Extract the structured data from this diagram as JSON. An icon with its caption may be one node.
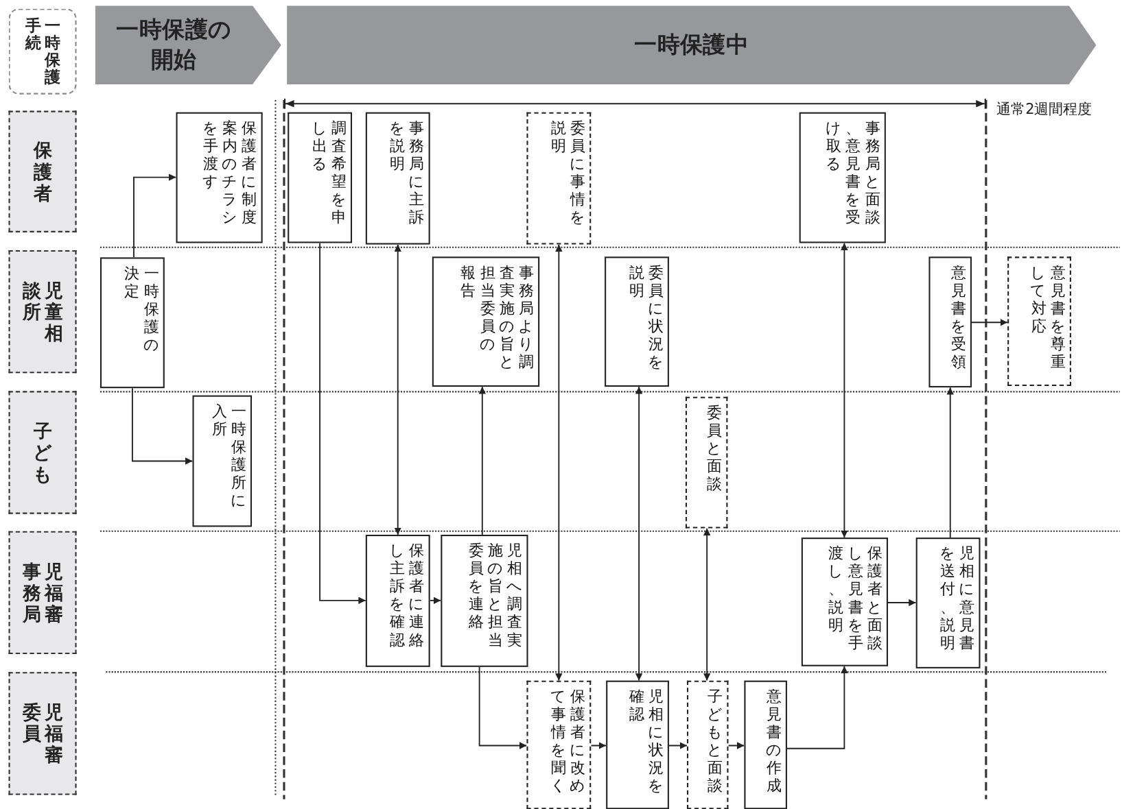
{
  "diagram": {
    "nodes": [
      {
        "text": [
          "一時保護手続"
        ]
      },
      {
        "text": [
          "一時保護の開始"
        ]
      },
      {
        "text": [
          "一時保護中"
        ]
      },
      {
        "text": [
          "保護者"
        ]
      },
      {
        "text": [
          "児童相談所"
        ]
      },
      {
        "text": [
          "子ども"
        ]
      },
      {
        "text": [
          "児福審事務局"
        ]
      },
      {
        "text": [
          "児福審委員"
        ]
      },
      {
        "text": [
          "保護者に制度案内のチラシを手渡す"
        ]
      },
      {
        "text": [
          "調査希望を申し出る"
        ]
      },
      {
        "text": [
          "事務局に主訴を説明"
        ]
      },
      {
        "text": [
          "委員に事情を説明"
        ]
      },
      {
        "text": [
          "事務局と面談、意見書を受け取る"
        ]
      },
      {
        "text": [
          "一時保護の決定"
        ]
      },
      {
        "text": [
          "事務局より調査実施の旨と担当委員の報告"
        ]
      },
      {
        "text": [
          "委員に状況を説明"
        ]
      },
      {
        "text": [
          "意見書を受領"
        ]
      },
      {
        "text": [
          "意見書を尊重して対応"
        ]
      },
      {
        "text": [
          "一時保護所に入所"
        ]
      },
      {
        "text": [
          "委員と面談"
        ]
      },
      {
        "text": [
          "保護者に連絡し主訴を確認"
        ]
      },
      {
        "text": [
          "児相へ調査実施の旨と担当委員を連絡"
        ]
      },
      {
        "text": [
          "保護者と面談し意見書を手渡し、説明"
        ]
      },
      {
        "text": [
          "児相に意見書を送付、説明"
        ]
      },
      {
        "text": [
          "保護者に改めて事情を聞く"
        ]
      },
      {
        "text": [
          "児相に状況を確認"
        ]
      },
      {
        "text": [
          "子どもと面談"
        ]
      },
      {
        "text": [
          "意見書の作成"
        ]
      }
    ],
    "edges": [
      {
        "from": 13,
        "to": 8,
        "arrow": "to"
      },
      {
        "from": 13,
        "to": 18,
        "arrow": "to"
      },
      {
        "from": 9,
        "to": 20,
        "arrow": "to"
      },
      {
        "from": 10,
        "to": 20,
        "arrow": "both"
      },
      {
        "from": 20,
        "to": 21,
        "arrow": "to"
      },
      {
        "from": 21,
        "to": 14,
        "arrow": "to"
      },
      {
        "from": 21,
        "to": 24,
        "arrow": "to"
      },
      {
        "from": 11,
        "to": 24,
        "arrow": "both"
      },
      {
        "from": 15,
        "to": 25,
        "arrow": "both"
      },
      {
        "from": 19,
        "to": 26,
        "arrow": "both"
      },
      {
        "from": 24,
        "to": 25,
        "arrow": "to"
      },
      {
        "from": 25,
        "to": 26,
        "arrow": "to"
      },
      {
        "from": 26,
        "to": 27,
        "arrow": "to"
      },
      {
        "from": 27,
        "to": 22,
        "arrow": "to"
      },
      {
        "from": 12,
        "to": 22,
        "arrow": "both"
      },
      {
        "from": 22,
        "to": 23,
        "arrow": "to"
      },
      {
        "from": 23,
        "to": 16,
        "arrow": "to"
      },
      {
        "from": 16,
        "to": 17,
        "arrow": "to"
      }
    ],
    "labels": [
      "通常2週間程度"
    ]
  }
}
